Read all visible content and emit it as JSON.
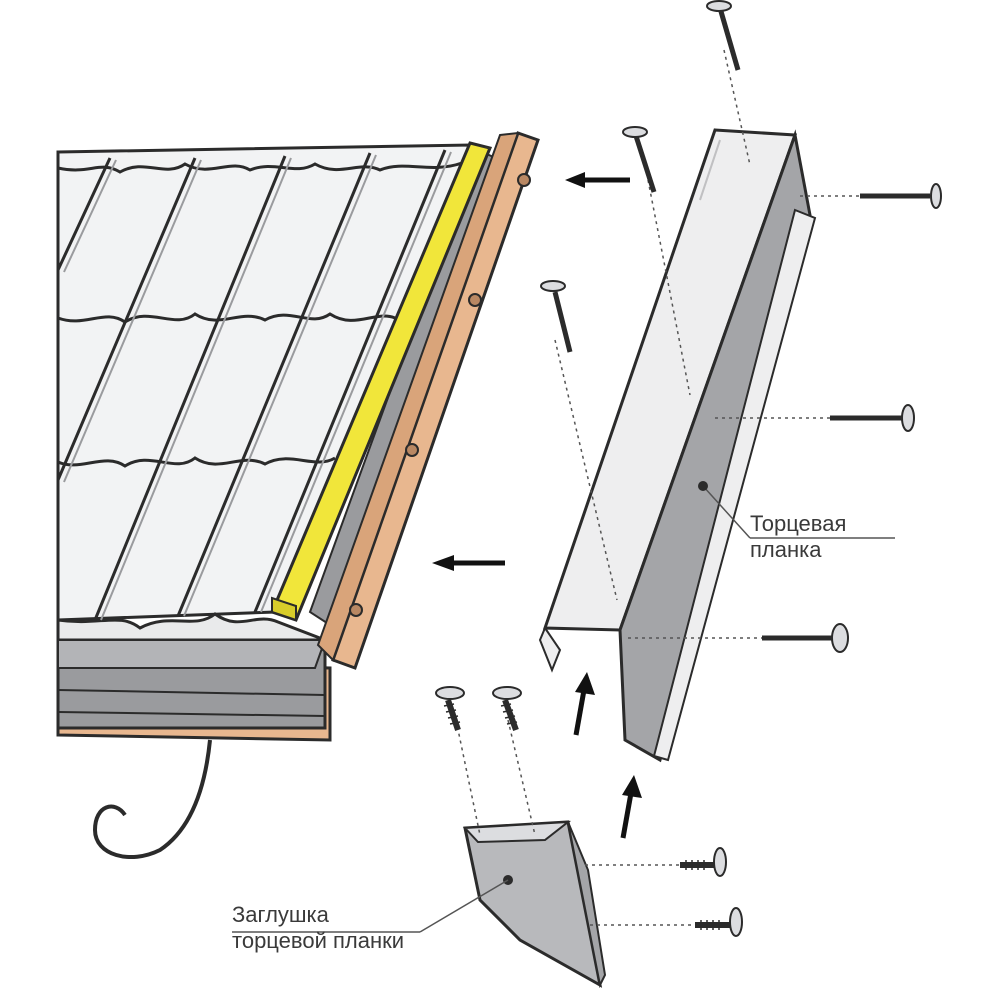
{
  "labels": {
    "end_plank_line1": "Торцевая",
    "end_plank_line2": "планка",
    "end_cap_line1": "Заглушка",
    "end_cap_line2": "торцевой планки"
  },
  "colors": {
    "background": "#ffffff",
    "outline": "#2b2b2b",
    "roof_sheet": "#f2f3f4",
    "eave_strip": "#9a9b9e",
    "yellow_bar": "#f1e63a",
    "wood_board": "#e8b78f",
    "plank_light": "#eeeeef",
    "plank_dark": "#a4a5a8",
    "cap_fill": "#b8b9bc",
    "leader_line": "#555555"
  },
  "icons": [
    "arrow-left-icon",
    "arrow-up-icon",
    "nail-icon",
    "screw-icon"
  ]
}
